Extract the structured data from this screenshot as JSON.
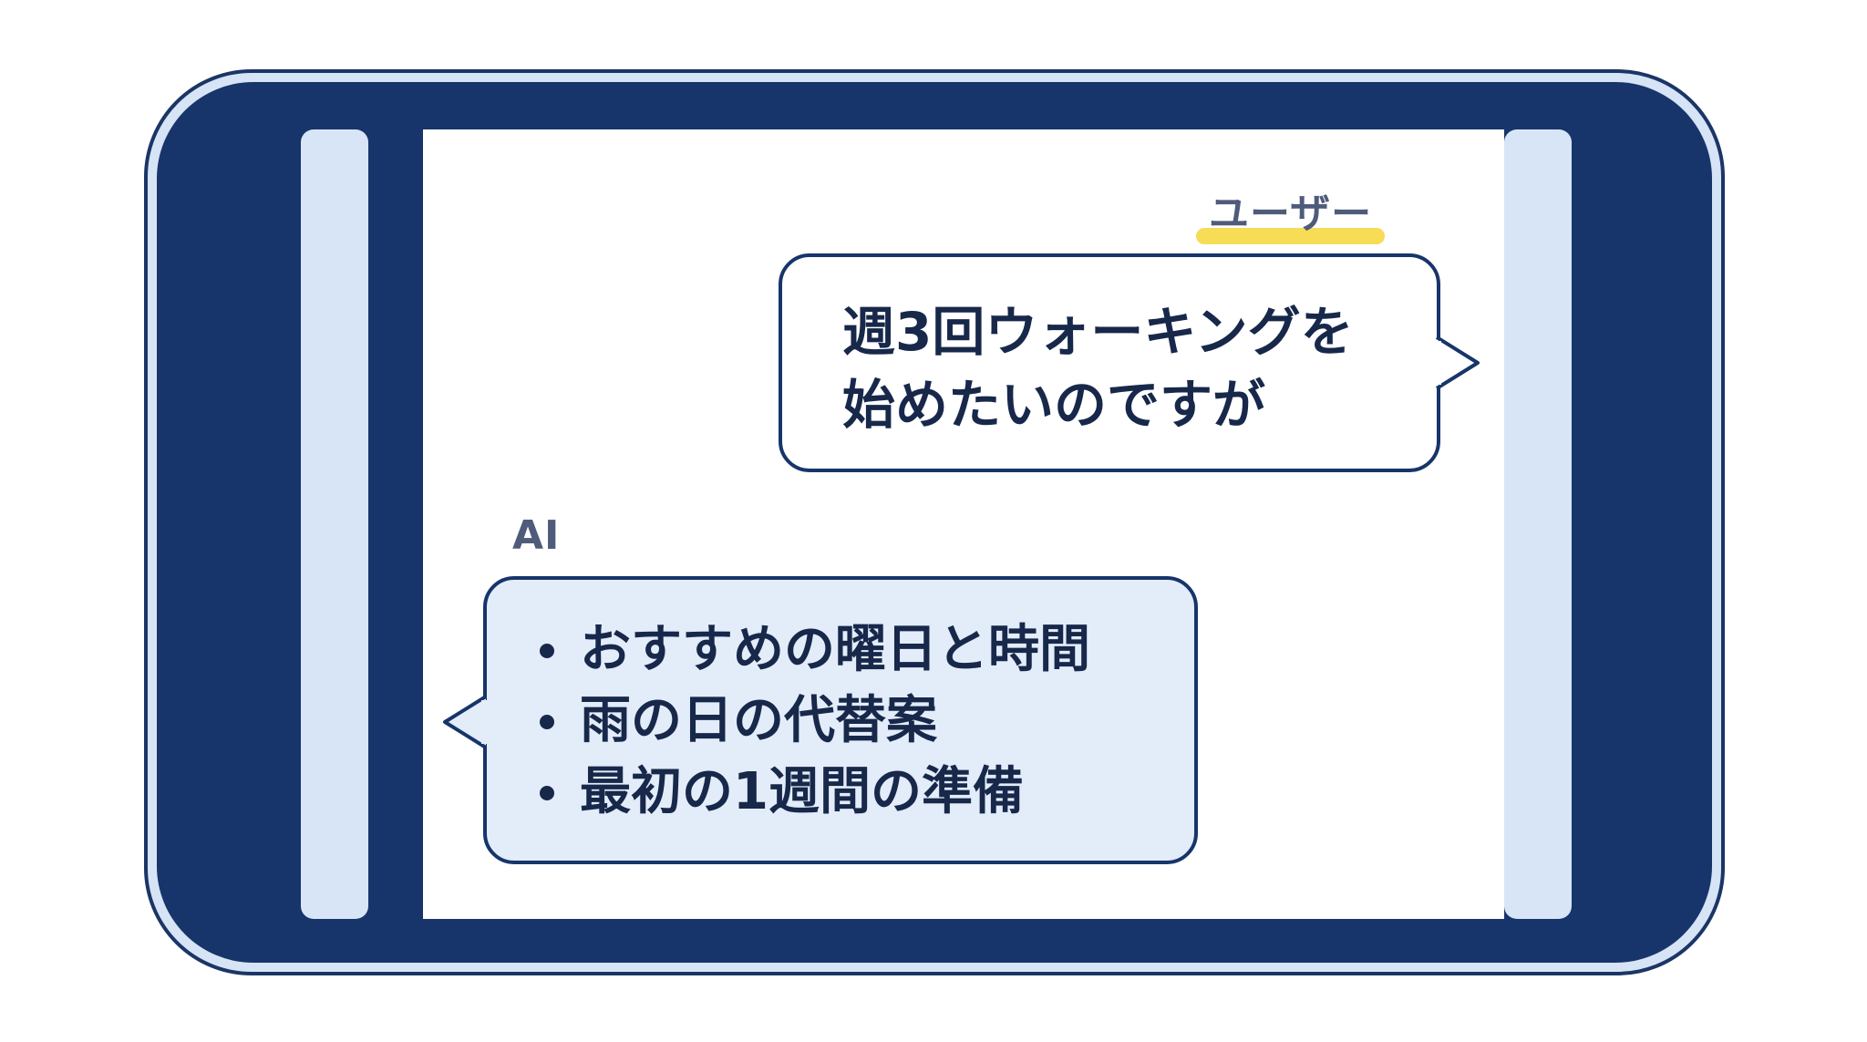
{
  "chat": {
    "user_label": "ユーザー",
    "user_message_lines": [
      "週3回ウォーキングを",
      "始めたいのですが"
    ],
    "ai_label": "AI",
    "ai_items": [
      "おすすめの曜日と時間",
      "雨の日の代替案",
      "最初の1週間の準備"
    ]
  },
  "colors": {
    "frame": "#17356a",
    "frame_light": "#d6e4f6",
    "screen": "#ffffff",
    "ai_bubble": "#e3ecf9",
    "user_bubble": "#ffffff",
    "label_highlight": "#f7dc55",
    "text": "#17284a",
    "label_text": "#4f5b7a"
  }
}
